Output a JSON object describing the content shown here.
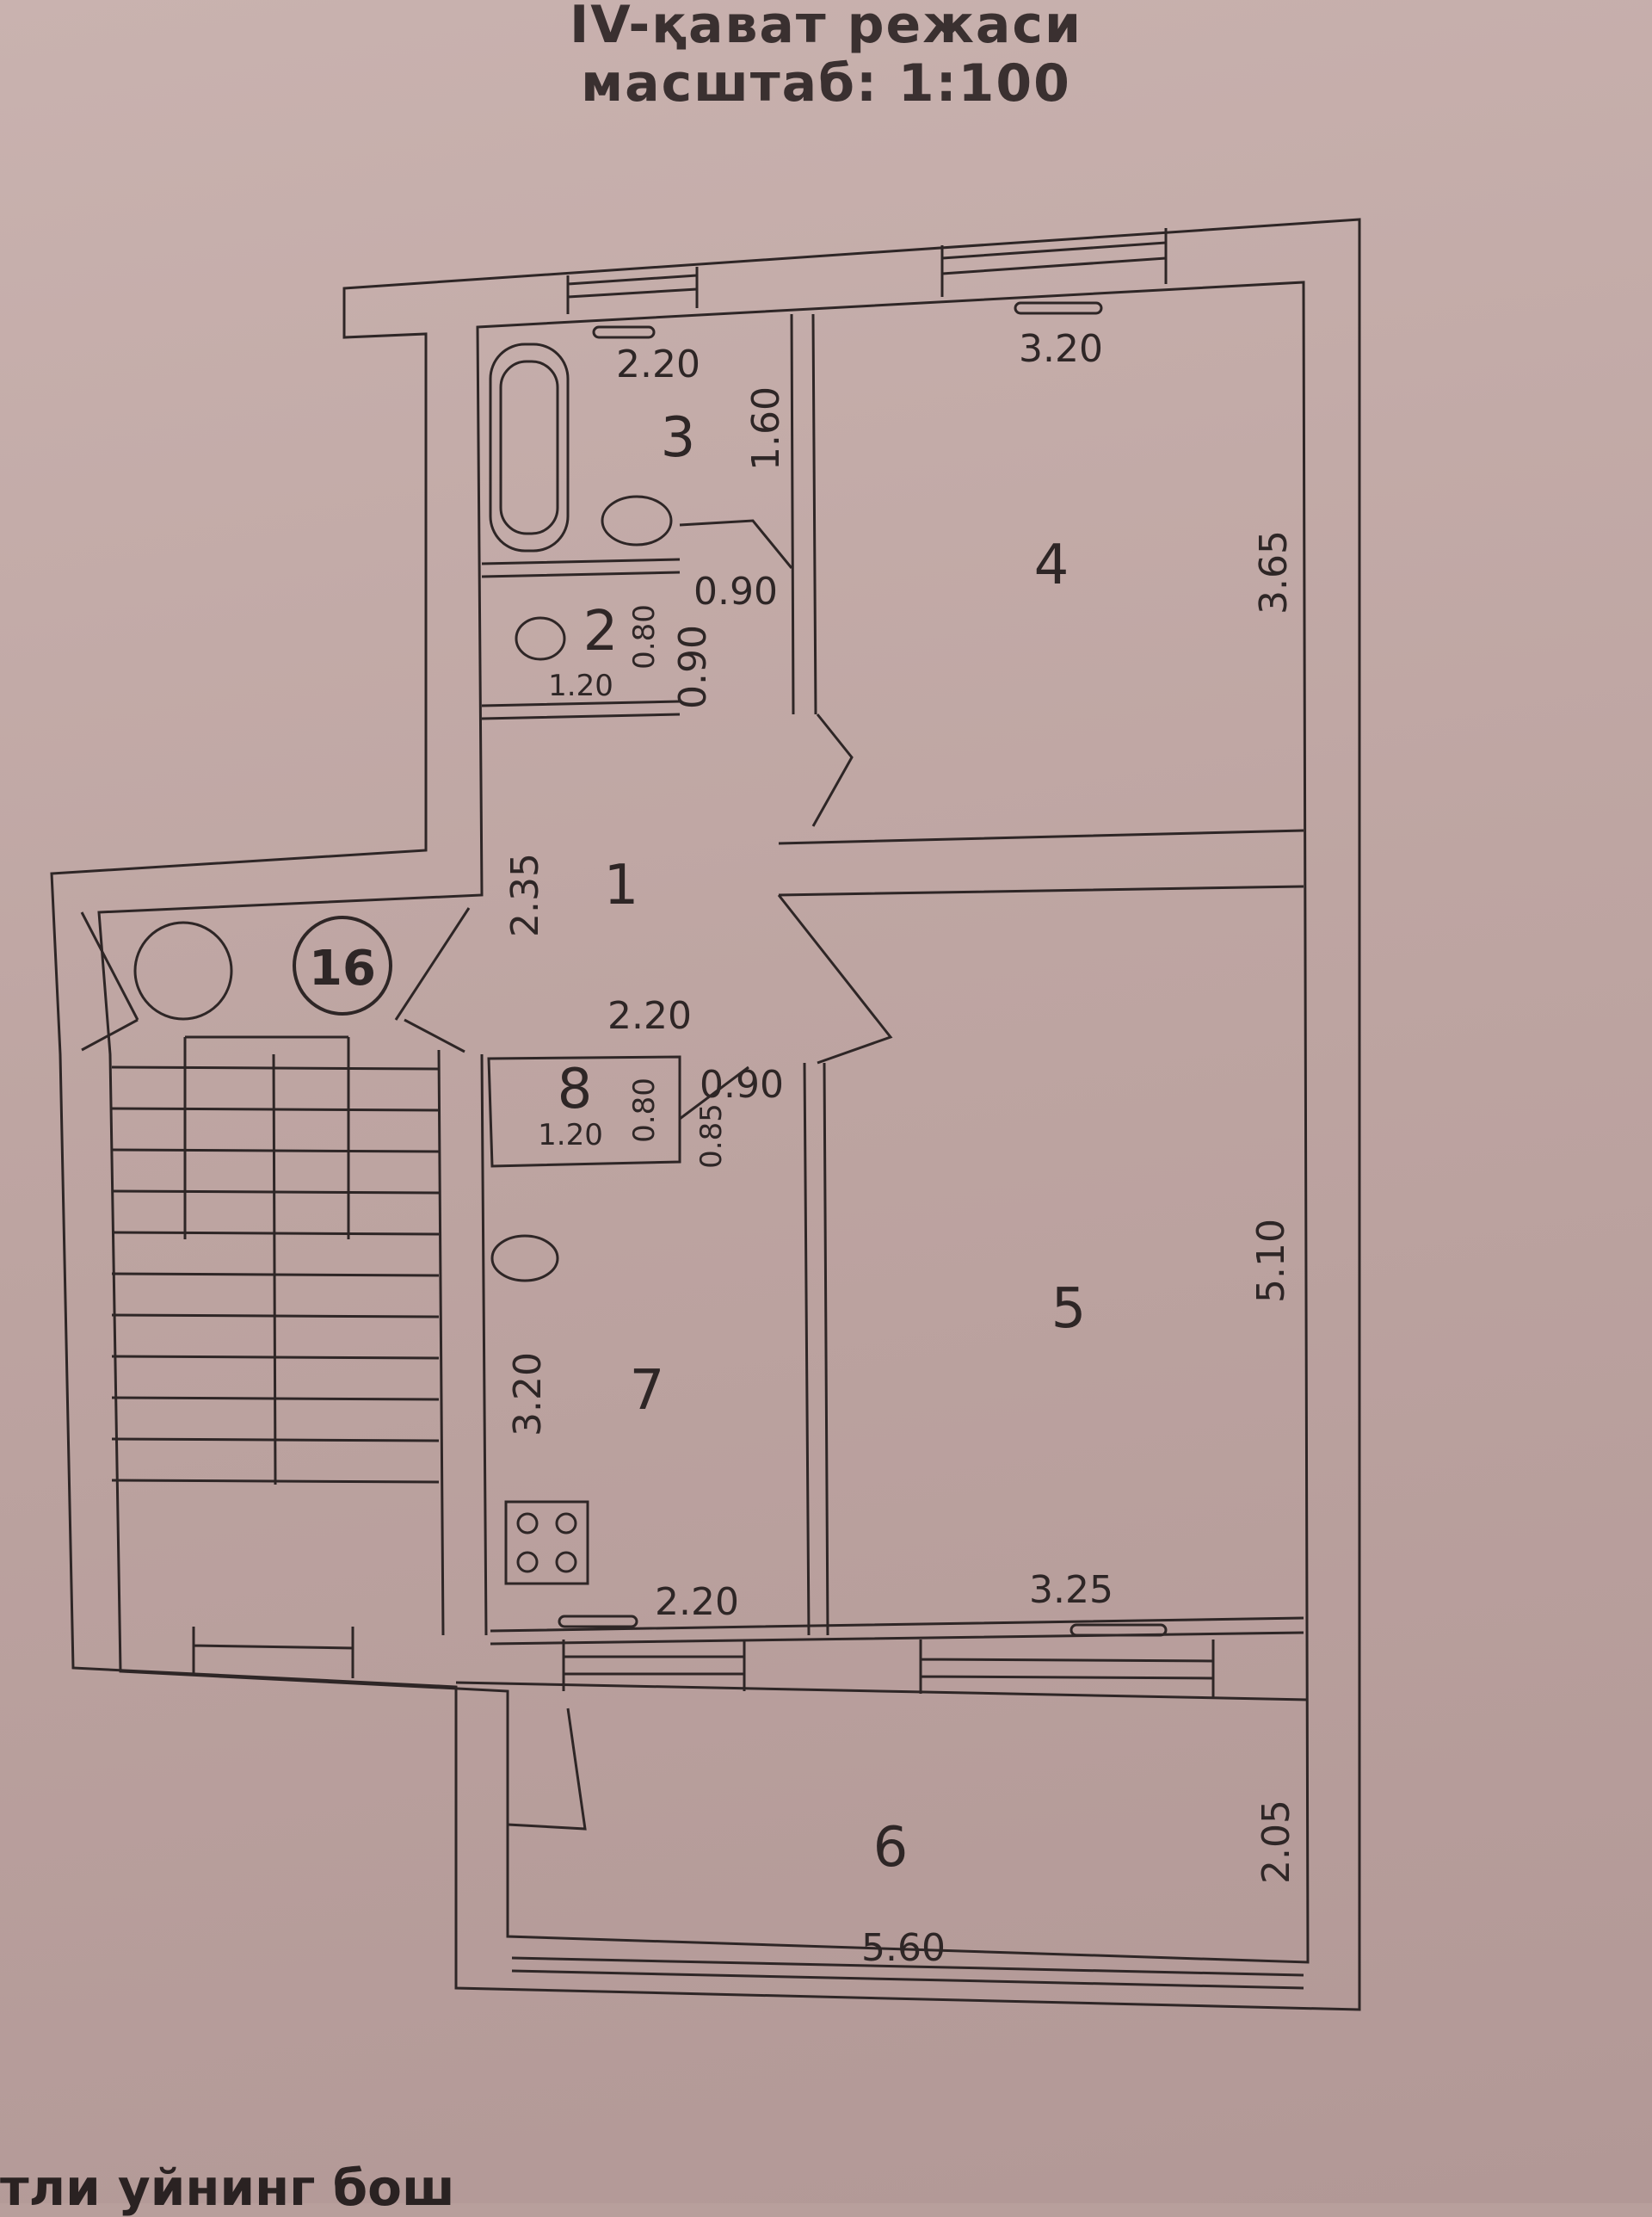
{
  "title": "IV-қават режаси",
  "scale": "масштаб: 1:100",
  "stair_marker": "16",
  "footer_text": "тли уйнинг бош",
  "rooms": [
    {
      "number": "1",
      "dims": [
        "2.35",
        "2.20"
      ]
    },
    {
      "number": "2",
      "dims": [
        "1.20",
        "0.80",
        "0.90"
      ]
    },
    {
      "number": "3",
      "dims": [
        "2.20",
        "1.60"
      ]
    },
    {
      "number": "4",
      "dims": [
        "3.20",
        "3.65"
      ]
    },
    {
      "number": "5",
      "dims": [
        "3.25",
        "5.10"
      ]
    },
    {
      "number": "6",
      "dims": [
        "5.60",
        "2.05"
      ]
    },
    {
      "number": "7",
      "dims": [
        "3.20",
        "2.20"
      ]
    },
    {
      "number": "8",
      "dims": [
        "1.20",
        "0.80",
        "0.85"
      ]
    }
  ],
  "door_widths": [
    "0.90",
    "0.90"
  ],
  "colors": {
    "ink": "#2e2626",
    "paper": "#c2aaa7",
    "wall": "#c8b1ae"
  }
}
